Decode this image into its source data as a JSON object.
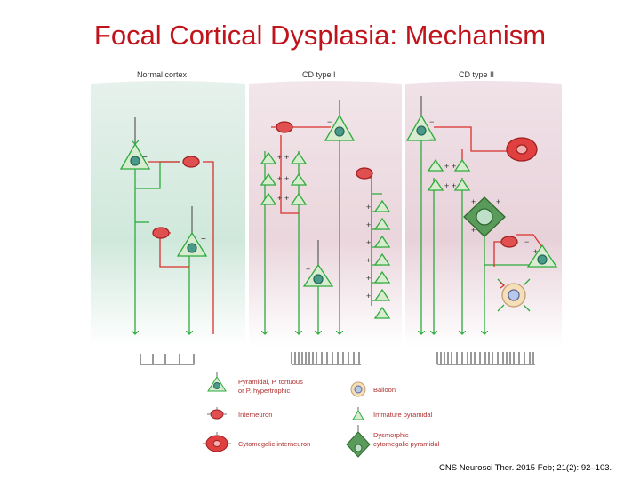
{
  "slide": {
    "title": "Focal Cortical Dysplasia: Mechanism",
    "citation": "CNS Neurosci Ther. 2015 Feb; 21(2): 92–103."
  },
  "panels": [
    {
      "label": "Normal cortex"
    },
    {
      "label": "CD type I"
    },
    {
      "label": "CD type II"
    }
  ],
  "legend": {
    "pyramidal_line1": "Pyramidal, P. tortuous",
    "pyramidal_line2": "or P. hypertrophic",
    "interneuron": "Interneuron",
    "cytomegalic": "Cytomegalic interneuron",
    "balloon": "Balloon",
    "immature": "Immature pyramidal",
    "dysmorphic_line1": "Dysmorphic",
    "dysmorphic_line2": "cytomegalic pyramidal"
  },
  "colors": {
    "title": "#c0141c",
    "excitatory": "#2eaa3c",
    "inhibitory": "#d9302c",
    "pyramidal_fill": "#d8ecd0",
    "dysmorphic_fill": "#5a9a5a",
    "balloon_fill": "#f5deb8"
  }
}
